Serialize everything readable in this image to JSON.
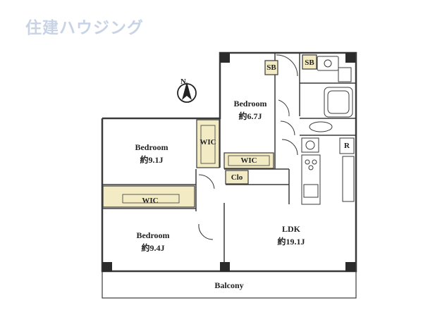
{
  "logo": "住建ハウジング",
  "compass": {
    "label": "N"
  },
  "rooms": {
    "bedroom1": {
      "name": "Bedroom",
      "size": "約9.1J"
    },
    "bedroom2": {
      "name": "Bedroom",
      "size": "約6.7J"
    },
    "bedroom3": {
      "name": "Bedroom",
      "size": "約9.4J"
    },
    "ldk": {
      "name": "LDK",
      "size": "約19.1J"
    },
    "balcony": {
      "name": "Balcony"
    }
  },
  "storage": {
    "wic_a": "WIC",
    "wic_b": "WIC",
    "wic_c": "WIC",
    "clo": "Clo",
    "sb_a": "SB",
    "sb_b": "SB",
    "fridge": "R"
  },
  "colors": {
    "logo": "#c8d3e6",
    "storage_fill": "#f2ebc4",
    "wall": "#3a3a3a"
  }
}
